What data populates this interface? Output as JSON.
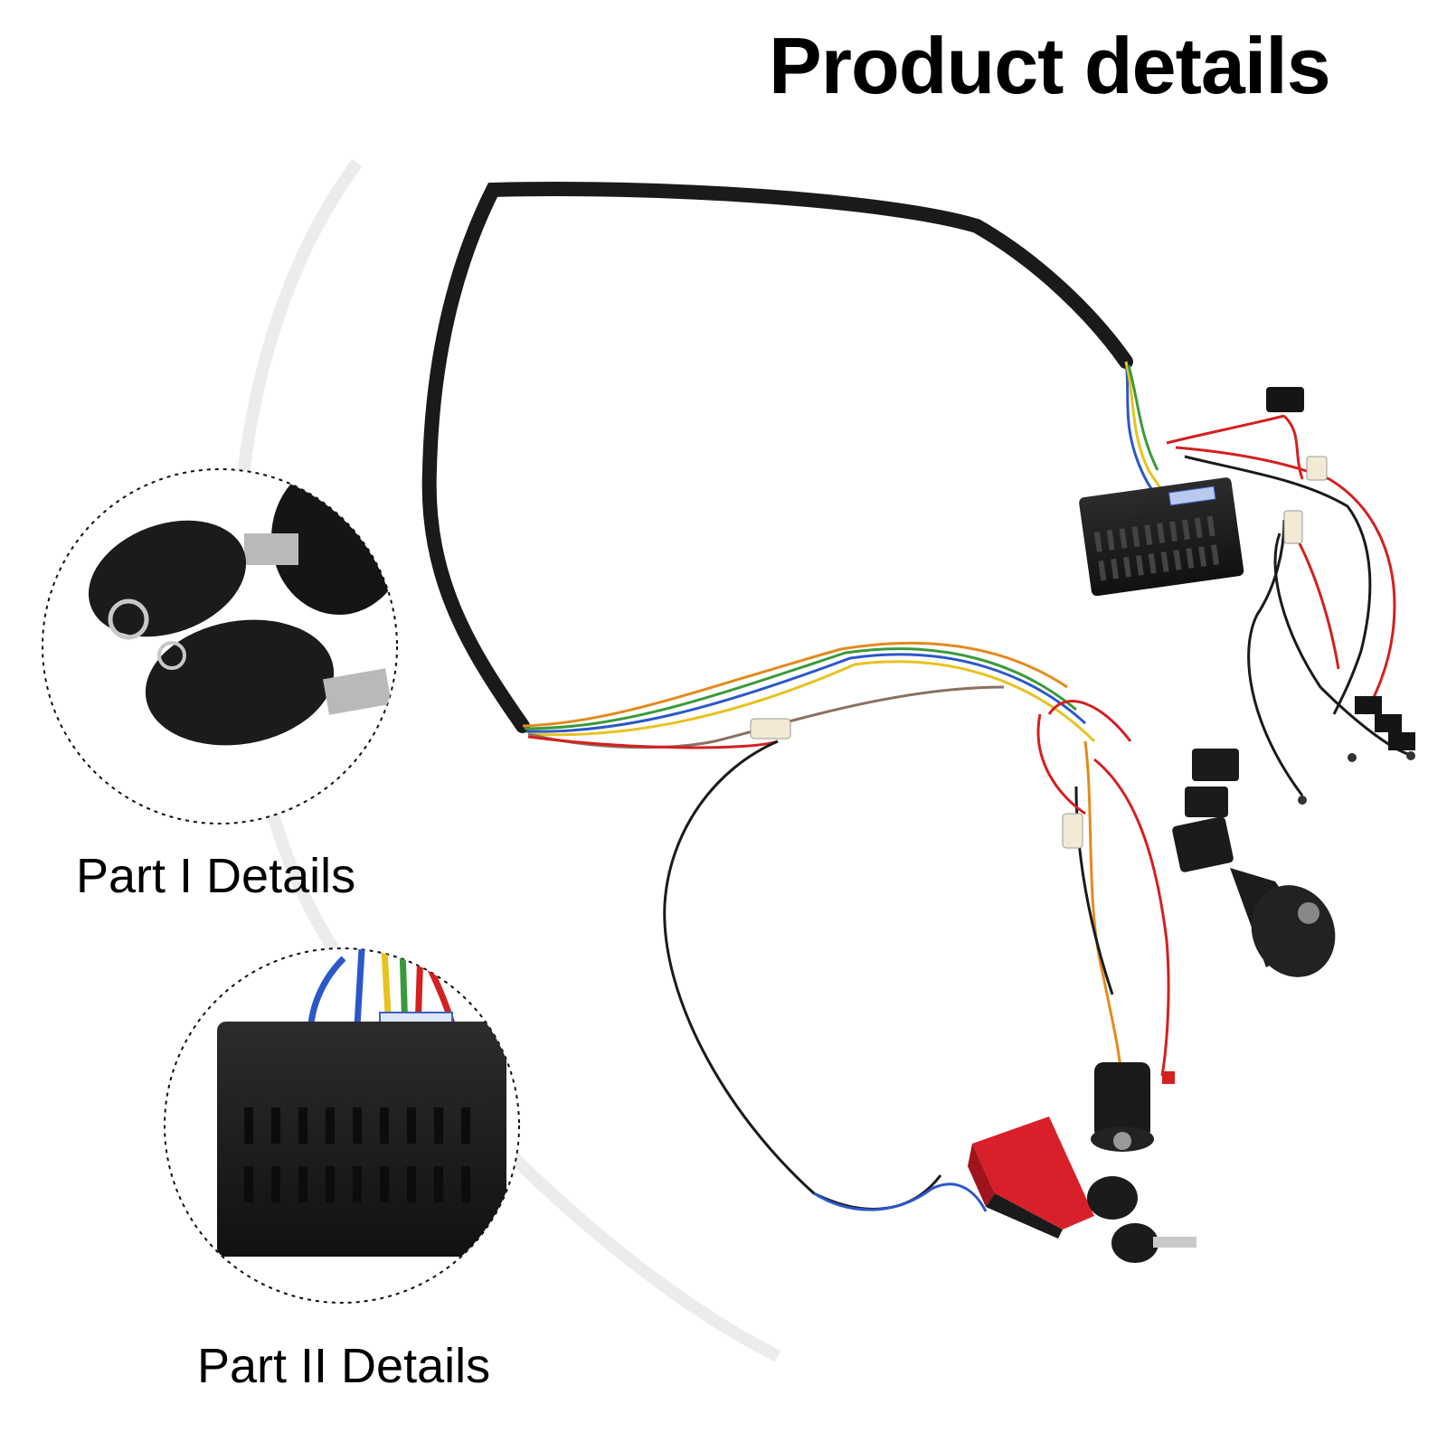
{
  "page": {
    "title": "Product details"
  },
  "detail_callouts": [
    {
      "label": "Part I Details",
      "icon": "key-fob-icon"
    },
    {
      "label": "Part II Details",
      "icon": "control-box-connector-icon"
    }
  ],
  "product_icons": [
    "wiring-harness-icon",
    "key-switch-icon",
    "rocker-switch-icon",
    "foot-pedal-icon",
    "gear-shifter-icon"
  ],
  "colors": {
    "background": "#ffffff",
    "text": "#000000",
    "harness_black": "#1a1a1a",
    "wire_red": "#d32020",
    "wire_blue": "#2b58c9",
    "wire_orange": "#e38a1f",
    "wire_green": "#3a9a3a",
    "wire_yellow": "#e8c21f",
    "pedal_red": "#d9202a"
  }
}
